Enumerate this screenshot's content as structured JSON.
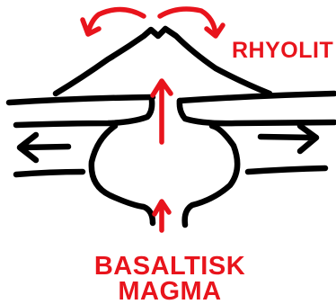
{
  "labels": {
    "top_right": "RHYOLIT",
    "bottom_line1": "BASALTISK",
    "bottom_line2": "MAGMA"
  },
  "colors": {
    "ink": "#000000",
    "accent": "#e8141c"
  }
}
